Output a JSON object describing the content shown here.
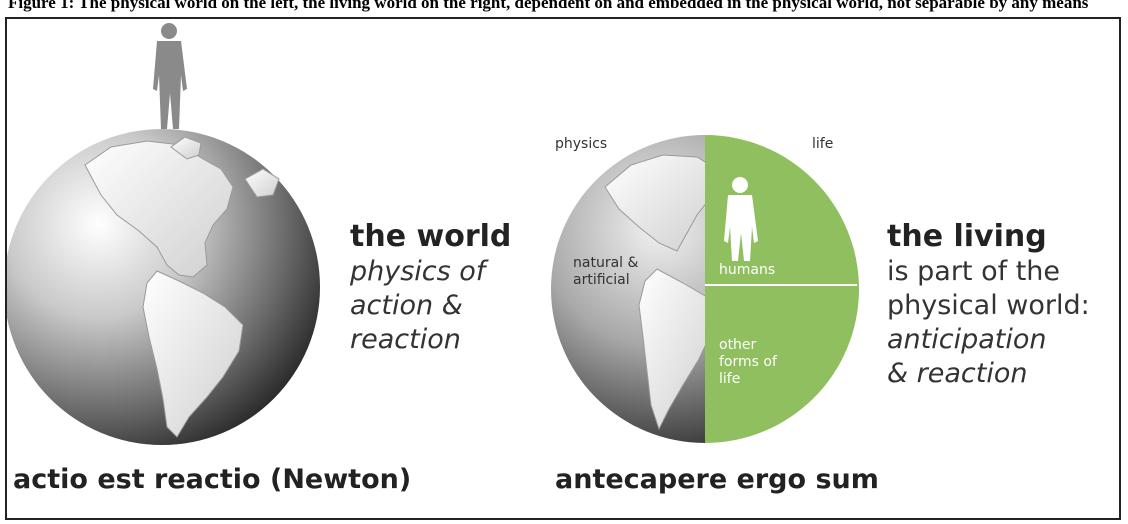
{
  "header": {
    "caption": "Figure 1: The physical world on the left, the living world on the right, dependent on and embedded in the physical world, not separable by any means"
  },
  "left_panel": {
    "title": "the world",
    "subtitle": "physics of\naction &\nreaction",
    "caption": "actio est reactio (Newton)"
  },
  "right_panel": {
    "label_physics": "physics",
    "label_life": "life",
    "label_natural": "natural &\nartificial",
    "label_humans": "humans",
    "label_other": "other\nforms of\nlife",
    "title": "the living",
    "body": "is part of the\nphysical world:",
    "emphasis": "anticipation\n& reaction",
    "caption": "antecapere ergo sum"
  },
  "colors": {
    "life_green": "#8fbf5e",
    "globe_dark": "#1a1a1a",
    "globe_light": "#ffffff"
  }
}
